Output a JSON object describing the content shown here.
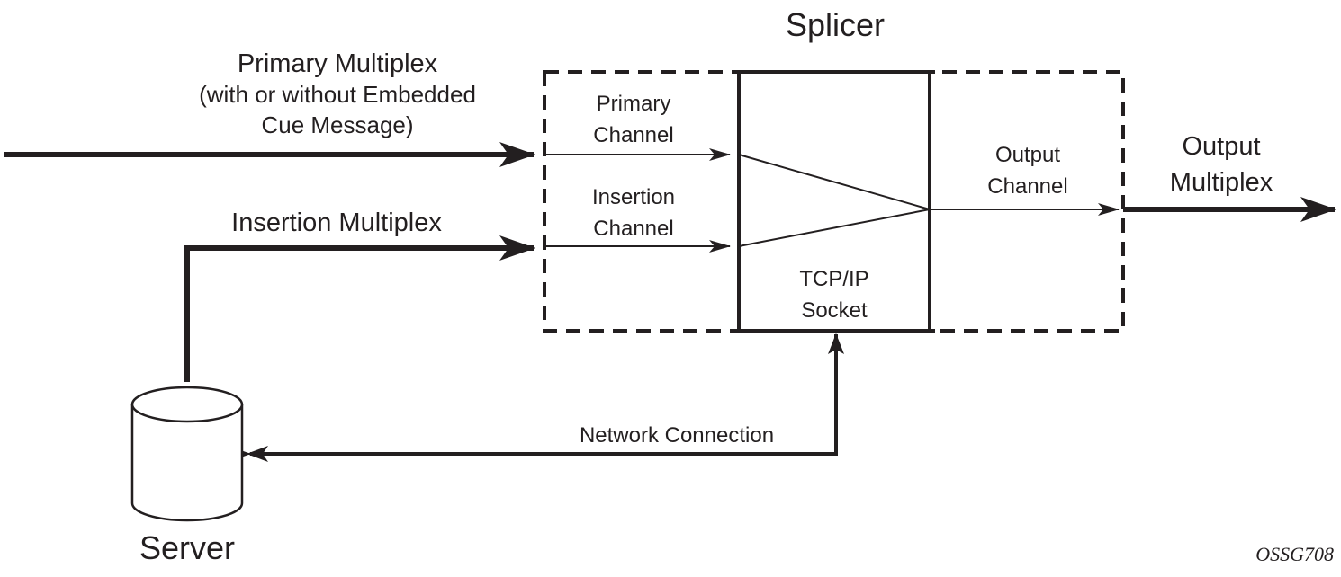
{
  "diagram": {
    "title": "Splicer",
    "figure_id": "OSSG708",
    "colors": {
      "stroke": "#231f20",
      "background": "#ffffff"
    },
    "inputs": {
      "primary_multiplex": {
        "line1": "Primary Multiplex",
        "line2": "(with or without Embedded",
        "line3": "Cue Message)"
      },
      "insertion_multiplex": {
        "label": "Insertion Multiplex"
      }
    },
    "channels": {
      "primary": {
        "line1": "Primary",
        "line2": "Channel"
      },
      "insertion": {
        "line1": "Insertion",
        "line2": "Channel"
      },
      "output": {
        "line1": "Output",
        "line2": "Channel"
      }
    },
    "socket": {
      "line1": "TCP/IP",
      "line2": "Socket"
    },
    "output_multiplex": {
      "line1": "Output",
      "line2": "Multiplex"
    },
    "network_connection": {
      "label": "Network Connection"
    },
    "server": {
      "label": "Server",
      "icon": "database-cylinder-icon"
    },
    "edges": [
      {
        "from": "Primary Multiplex",
        "to": "Primary Channel"
      },
      {
        "from": "Server",
        "to": "Insertion Channel",
        "label": "Insertion Multiplex"
      },
      {
        "from": "Primary Channel",
        "to": "Output Channel"
      },
      {
        "from": "Insertion Channel",
        "to": "Output Channel"
      },
      {
        "from": "Output Channel",
        "to": "Output Multiplex"
      },
      {
        "from": "TCP/IP Socket",
        "to": "Server",
        "label": "Network Connection",
        "bidirectional": true
      }
    ]
  }
}
